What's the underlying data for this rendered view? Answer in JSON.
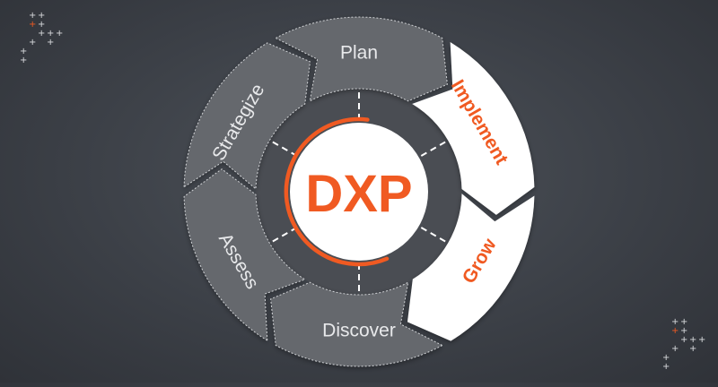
{
  "center": {
    "label": "DXP"
  },
  "segments": [
    {
      "id": "plan",
      "label": "Plan",
      "highlight": false
    },
    {
      "id": "implement",
      "label": "Implement",
      "highlight": true
    },
    {
      "id": "grow",
      "label": "Grow",
      "highlight": true
    },
    {
      "id": "discover",
      "label": "Discover",
      "highlight": false
    },
    {
      "id": "assess",
      "label": "Assess",
      "highlight": false
    },
    {
      "id": "strategize",
      "label": "Strategize",
      "highlight": false
    }
  ],
  "colors": {
    "accent": "#f05a22",
    "segment_fill": "#65686d",
    "segment_highlight": "#ffffff",
    "inner_ring": "#4a4d53",
    "segment_text": "#e8e9eb"
  }
}
